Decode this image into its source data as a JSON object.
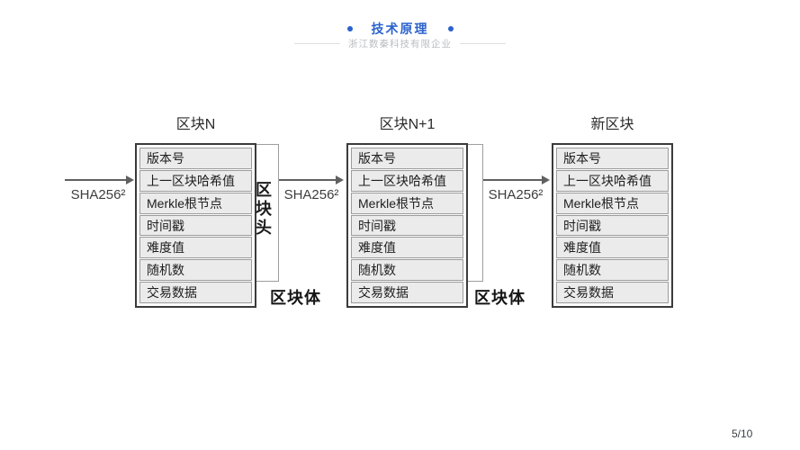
{
  "header": {
    "title": "技术原理",
    "subtitle": "浙江数秦科技有限企业"
  },
  "diagram": {
    "sha_label": "SHA256²",
    "block_header_label": "区块头",
    "block_body_label": "区块体",
    "blocks": [
      {
        "title": "区块N",
        "rows": [
          "版本号",
          "上一区块哈希值",
          "Merkle根节点",
          "时间戳",
          "难度值",
          "随机数",
          "交易数据"
        ]
      },
      {
        "title": "区块N+1",
        "rows": [
          "版本号",
          "上一区块哈希值",
          "Merkle根节点",
          "时间戳",
          "难度值",
          "随机数",
          "交易数据"
        ]
      },
      {
        "title": "新区块",
        "rows": [
          "版本号",
          "上一区块哈希值",
          "Merkle根节点",
          "时间戳",
          "难度值",
          "随机数",
          "交易数据"
        ]
      }
    ]
  },
  "footer": {
    "page_indicator": "5/10"
  },
  "colors": {
    "accent_blue": "#2b62cd",
    "block_border": "#3b3b3b",
    "row_fill": "#ebebeb",
    "line_gray": "#9e9e9e",
    "subtitle_gray": "#b9bdc2"
  }
}
